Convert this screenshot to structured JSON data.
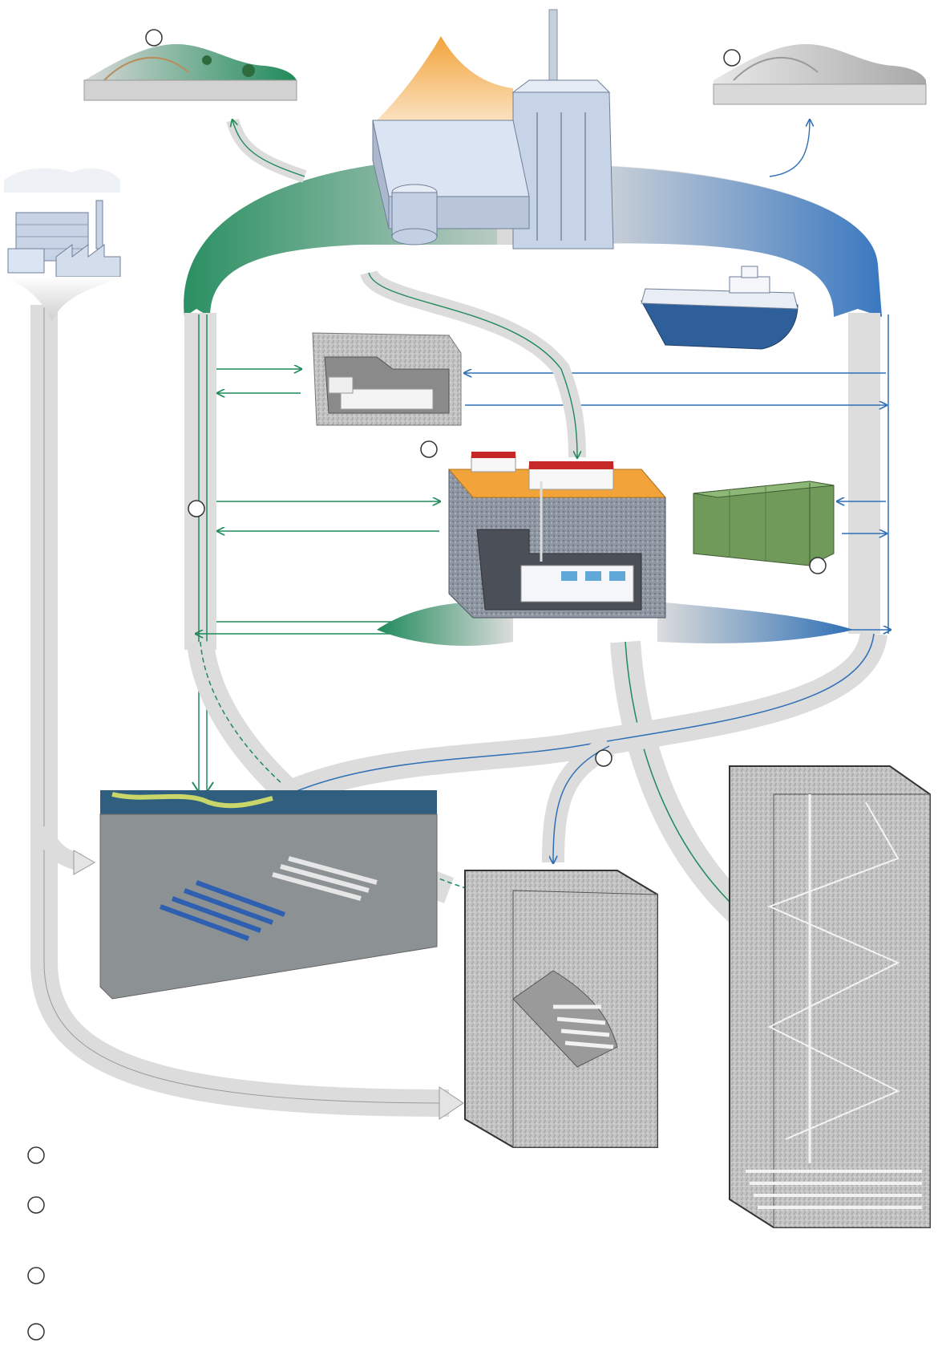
{
  "diagram": {
    "title": "",
    "colors": {
      "low_level_flow": "#1f8a5a",
      "intermediate_flow": "#2e6fb5",
      "main_flow": "#d9d9d9",
      "flow_outline": "#b0b0b0",
      "arrow_green": "#1f8a5a",
      "arrow_blue": "#2e6fb5",
      "rock": "#c9c9c9",
      "container": "#6f9a5a",
      "roof": "#c62828",
      "sand": "#f2a33a",
      "sea": "#2f5e7e"
    },
    "nodes": [
      {
        "id": "nuclear-power-plant",
        "icon": "nuclear-plant-icon"
      },
      {
        "id": "industry",
        "icon": "factory-icon"
      },
      {
        "id": "surface-repository-green",
        "icon": "landfill-green-icon"
      },
      {
        "id": "surface-repository-grey",
        "icon": "landfill-grey-icon"
      },
      {
        "id": "ship-transport",
        "icon": "ship-icon"
      },
      {
        "id": "rock-cavern-store",
        "icon": "rock-cavern-icon"
      },
      {
        "id": "central-facility",
        "icon": "central-facility-icon"
      },
      {
        "id": "container-storage",
        "icon": "container-icon"
      },
      {
        "id": "seabed-repository",
        "icon": "seabed-repository-icon"
      },
      {
        "id": "rock-vault-repository",
        "icon": "rock-vault-icon"
      },
      {
        "id": "deep-repository",
        "icon": "deep-repository-icon"
      }
    ],
    "markers": [
      {
        "id": "marker-landfill-green",
        "label": ""
      },
      {
        "id": "marker-landfill-grey",
        "label": ""
      },
      {
        "id": "marker-rock-cavern",
        "label": ""
      },
      {
        "id": "marker-left-flow",
        "label": ""
      },
      {
        "id": "marker-container",
        "label": ""
      },
      {
        "id": "marker-merge",
        "label": ""
      }
    ],
    "legend": [
      {
        "marker": "",
        "text": ""
      },
      {
        "marker": "",
        "text": ""
      },
      {
        "marker": "",
        "text": ""
      },
      {
        "marker": "",
        "text": ""
      }
    ]
  }
}
